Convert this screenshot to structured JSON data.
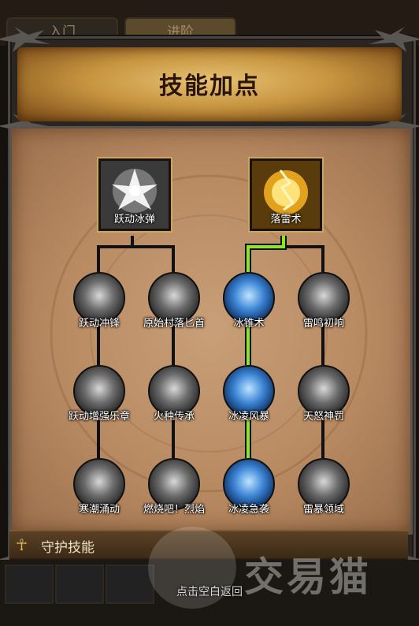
{
  "tabs": [
    "入门",
    "进阶"
  ],
  "header": {
    "title": "技能加点"
  },
  "root_skills": [
    {
      "label": "跃动冰弹",
      "theme": "silver-burst"
    },
    {
      "label": "落雷术",
      "theme": "golden-lightning"
    }
  ],
  "skill_rows": [
    [
      "跃动冲锋",
      "原始村落匕首",
      "冰锥术",
      "雷鸣初响"
    ],
    [
      "跃动增强乐章",
      "火种传承",
      "冰凌风暴",
      "天怒神罚"
    ],
    [
      "寒潮涌动",
      "燃烧吧！烈焰",
      "冰凌急袭",
      "雷暴领域"
    ]
  ],
  "active_path_color": "#8be81f",
  "guard_section": {
    "label": "守护技能"
  },
  "footer": {
    "hint": "点击空白返回"
  },
  "watermark": {
    "text": "交易猫"
  }
}
